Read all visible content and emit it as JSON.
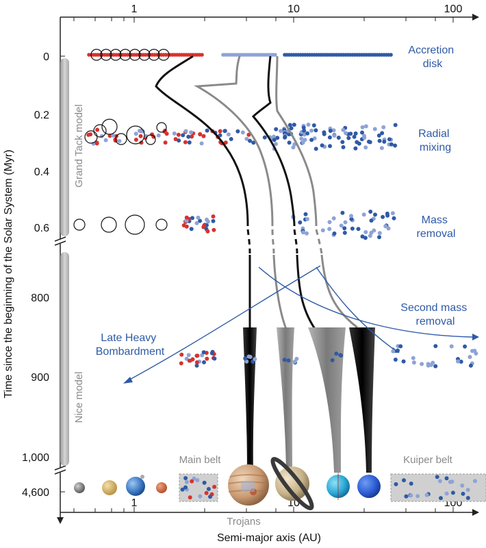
{
  "axes": {
    "x_title": "Semi-major axis (AU)",
    "y_title": "Time since the beginning of the Solar System (Myr)",
    "x_ticks": [
      "1",
      "10",
      "100"
    ],
    "y_ticks": [
      "0",
      "0.2",
      "0.4",
      "0.6",
      "800",
      "900",
      "1,000",
      "4,600"
    ]
  },
  "stages": {
    "accretion": "Accretion\ndisk",
    "mixing": "Radial\nmixing",
    "removal": "Mass\nremoval",
    "second_removal": "Second mass\nremoval",
    "lhb": "Late Heavy\nBombardment"
  },
  "models": {
    "grand_tack": "Grand Tack model",
    "nice": "Nice model"
  },
  "belts": {
    "main": "Main belt",
    "kuiper": "Kuiper belt",
    "trojans": "Trojans"
  },
  "colors": {
    "rocky": "#d8322d",
    "icy_light": "#8ea3d6",
    "icy_dark": "#2f5aa5",
    "label_blue": "#2e5aa6",
    "grey_path": "#8a8a8a",
    "black_path": "#111111"
  },
  "planets": [
    "mercury",
    "venus",
    "earth",
    "mars",
    "jupiter",
    "saturn",
    "uranus",
    "neptune"
  ]
}
